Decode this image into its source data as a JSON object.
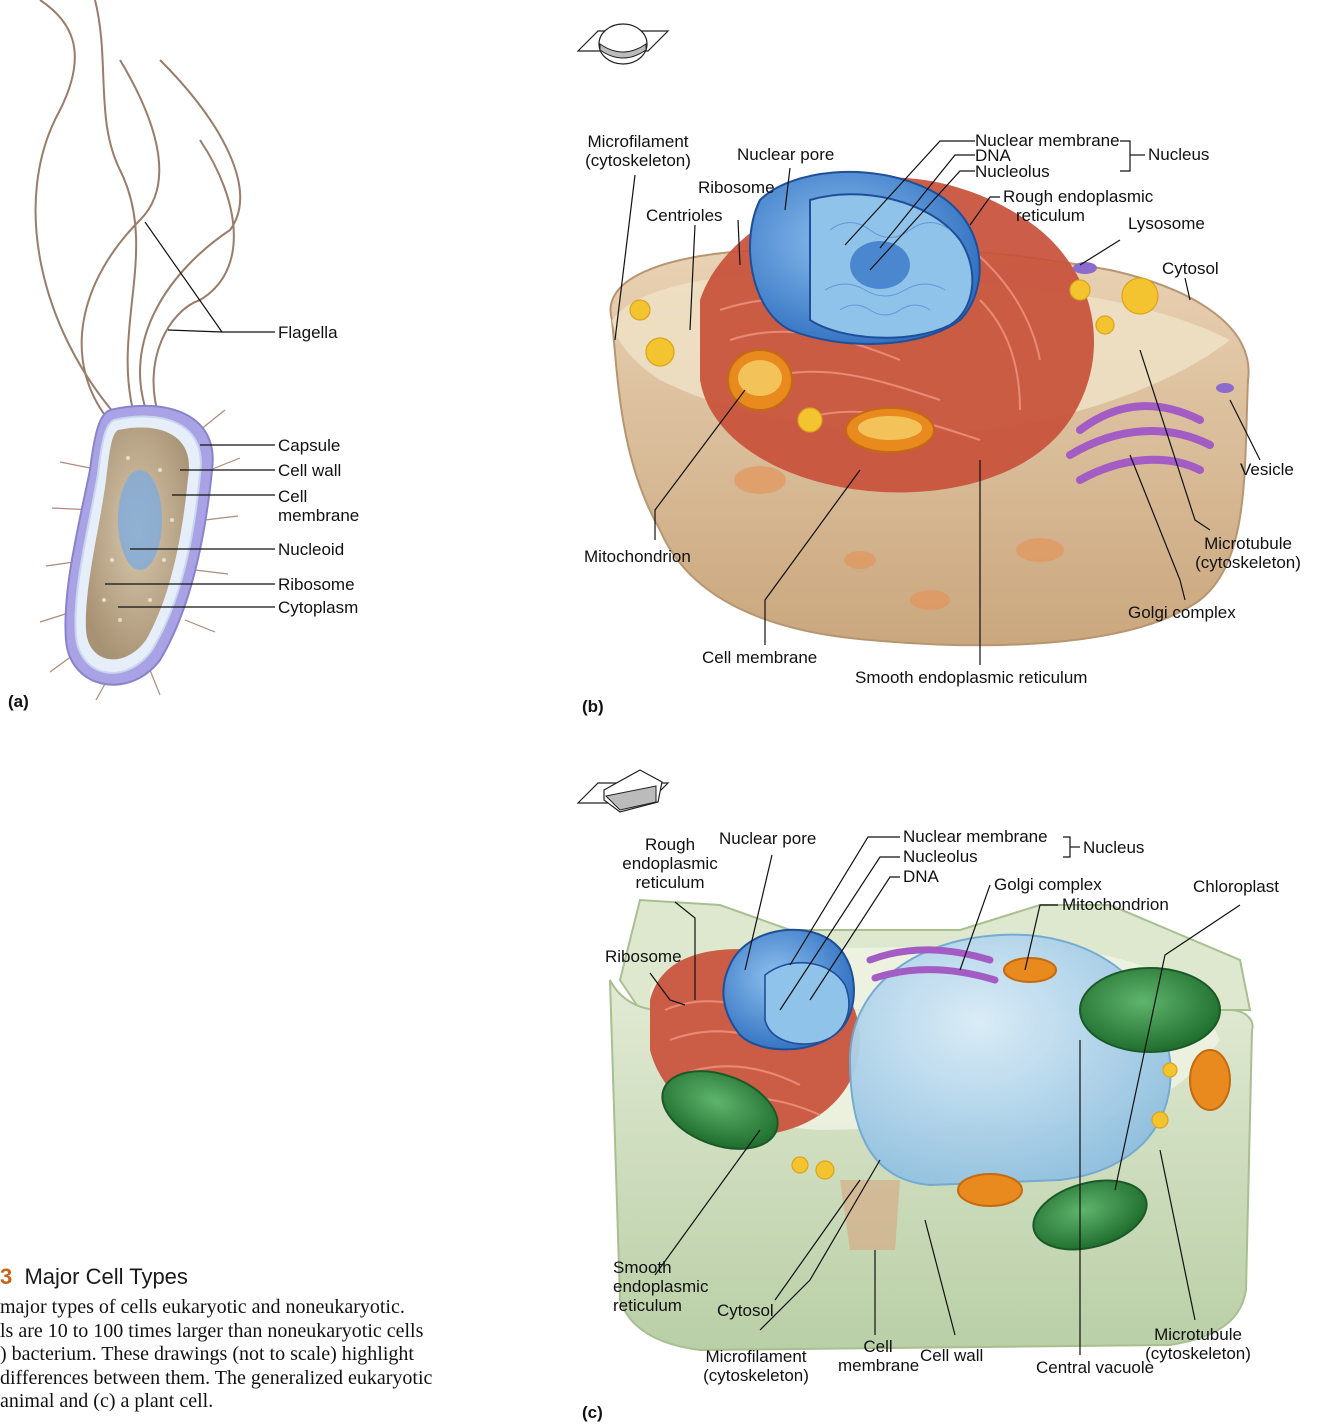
{
  "panel_a": {
    "letter": "(a)",
    "labels": {
      "flagella": "Flagella",
      "capsule": "Capsule",
      "cell_wall": "Cell wall",
      "cell_membrane": [
        "Cell",
        "membrane"
      ],
      "nucleoid": "Nucleoid",
      "ribosome": "Ribosome",
      "cytoplasm": "Cytoplasm"
    }
  },
  "panel_b": {
    "letter": "(b)",
    "labels": {
      "microfilament": [
        "Microfilament",
        "(cytoskeleton)"
      ],
      "nuclear_pore": "Nuclear pore",
      "ribosome": "Ribosome",
      "centrioles": "Centrioles",
      "nuclear_membrane": "Nuclear membrane",
      "dna": "DNA",
      "nucleolus": "Nucleolus",
      "nucleus": "Nucleus",
      "rough_er": [
        "Rough endoplasmic",
        "reticulum"
      ],
      "lysosome": "Lysosome",
      "cytosol": "Cytosol",
      "vesicle": "Vesicle",
      "mitochondrion": "Mitochondrion",
      "microtubule": [
        "Microtubule",
        "(cytoskeleton)"
      ],
      "golgi": "Golgi complex",
      "cell_membrane": "Cell membrane",
      "smooth_er": "Smooth endoplasmic reticulum"
    }
  },
  "panel_c": {
    "letter": "(c)",
    "labels": {
      "rough_er": [
        "Rough",
        "endoplasmic",
        "reticulum"
      ],
      "nuclear_pore": "Nuclear pore",
      "nuclear_membrane": "Nuclear membrane",
      "nucleolus": "Nucleolus",
      "dna": "DNA",
      "nucleus": "Nucleus",
      "golgi": "Golgi complex",
      "mitochondrion": "Mitochondrion",
      "chloroplast": "Chloroplast",
      "ribosome": "Ribosome",
      "smooth_er": [
        "Smooth",
        "endoplasmic",
        "reticulum"
      ],
      "cytosol": "Cytosol",
      "microfilament": [
        "Microfilament",
        "(cytoskeleton)"
      ],
      "cell_membrane": [
        "Cell",
        "membrane"
      ],
      "cell_wall": "Cell wall",
      "central_vacuole": "Central vacuole",
      "microtubule": [
        "Microtubule",
        "(cytoskeleton)"
      ]
    }
  },
  "caption": {
    "number": "3",
    "title": "Major Cell Types",
    "lines": [
      "major types of cells eukaryotic and noneukaryotic.",
      "ls are 10 to 100 times larger than noneukaryotic cells",
      ") bacterium. These drawings (not to scale) highlight",
      "differences between them. The generalized eukaryotic",
      "animal and (c) a plant cell."
    ]
  },
  "colors": {
    "nucleus_blue": "#4f8fd6",
    "rough_er_red": "#c8503a",
    "golgi_purple": "#a35cc4",
    "mitochondrion_orange": "#e98a1f",
    "chloroplast_green": "#2e8a3e",
    "vacuole_blue": "#9ecbe8",
    "capsule_lavender": "#a9a3e6",
    "cytoplasm_tan": "#c8b394",
    "caption_number_orange": "#c8641a"
  }
}
